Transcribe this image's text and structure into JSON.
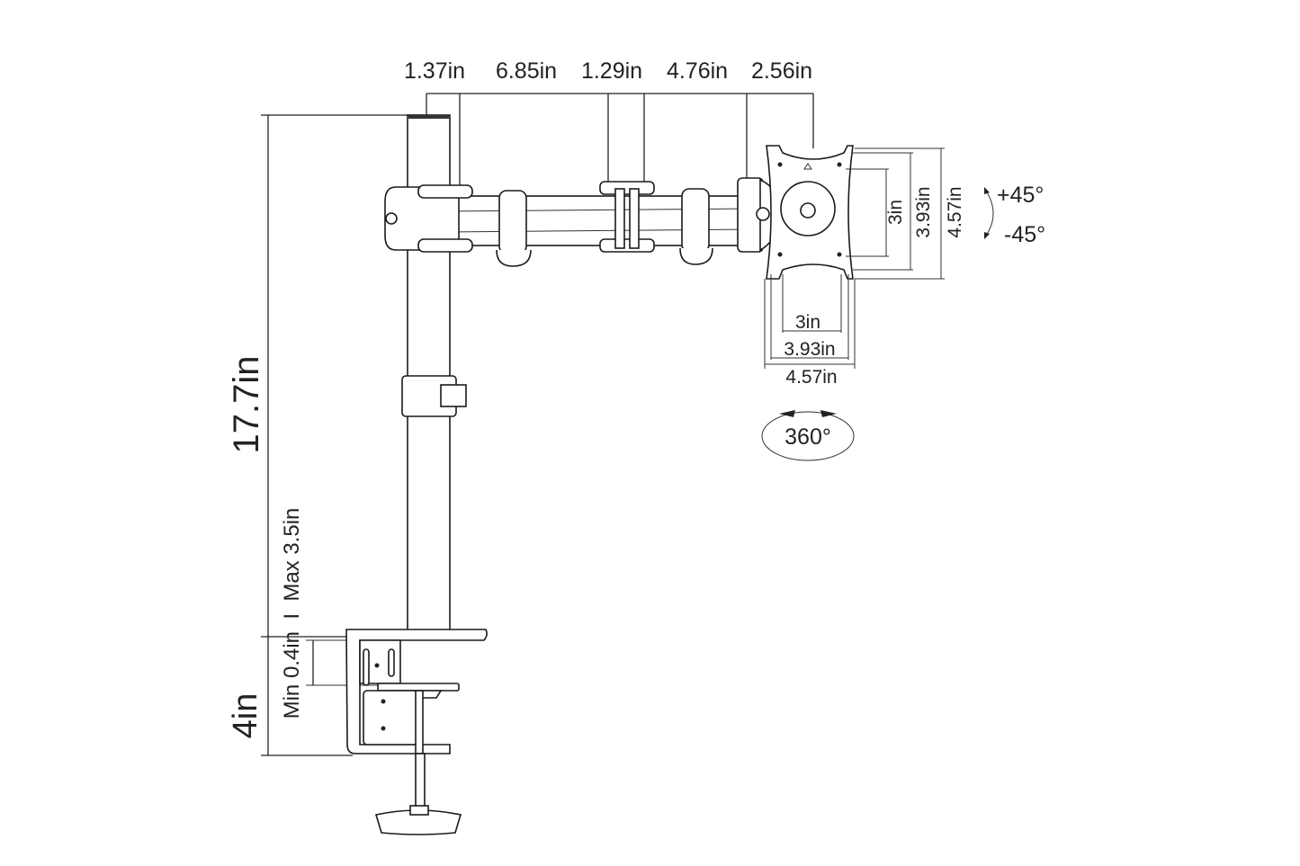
{
  "top_dimensions": [
    "1.37in",
    "6.85in",
    "1.29in",
    "4.76in",
    "2.56in"
  ],
  "height_label": "17.7in",
  "clamp_range_label": "Min 0.4in  I  Max 3.5in",
  "clamp_depth_label": "4in",
  "vesa": {
    "vertical": [
      "3in",
      "3.93in",
      "4.57in"
    ],
    "horizontal": [
      "3in",
      "3.93in",
      "4.57in"
    ]
  },
  "tilt": {
    "up": "+45°",
    "down": "-45°"
  },
  "rotation": "360°"
}
